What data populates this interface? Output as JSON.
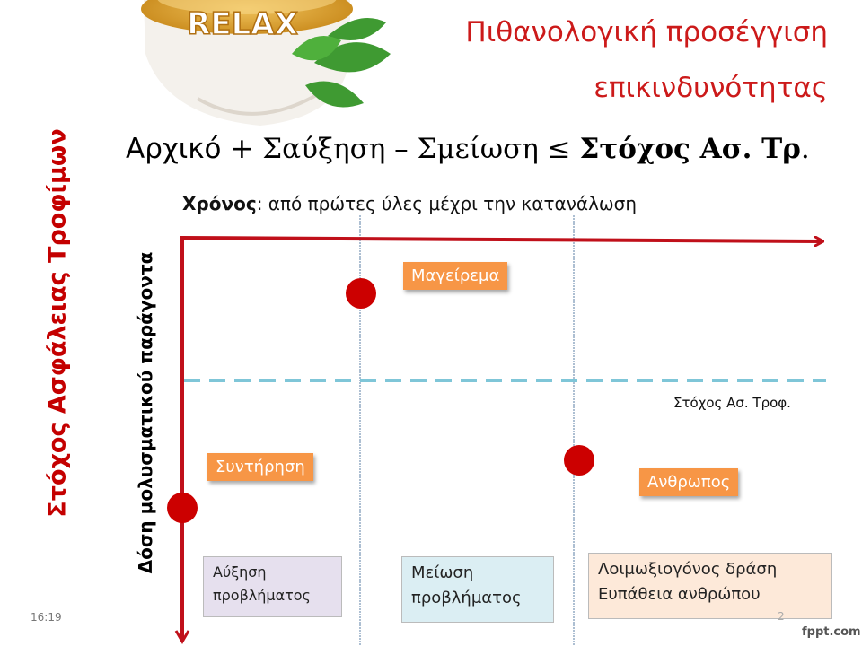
{
  "logo": {
    "text": "RELAX"
  },
  "title": {
    "line1": "Πιθανολογική προσέγγιση",
    "line2": "επικινδυνότητας"
  },
  "formula": {
    "initial": "Αρχικό",
    "plus": " + ",
    "increase": "Σαύξηση",
    "minus": " – ",
    "decrease": "Σμείωση",
    "leq": " ≤ ",
    "target": "Στόχος Ασ. Τρ",
    "period": "."
  },
  "vertical_title": "Στόχος Ασφάλειας Τροφίμων",
  "y_axis_label": "Δόση μολυσματικού παράγοντα",
  "time_axis": {
    "bold": "Χρόνος",
    "rest": ": από πρώτες ύλες μέχρι την κατανάλωση"
  },
  "target_label": "Στόχος Ασ. Τροφ.",
  "tags": {
    "cooking": "Μαγείρεμα",
    "storage": "Συντήρηση",
    "human": "Ανθρωπος"
  },
  "boxes": {
    "increase_line1": "Αύξηση",
    "increase_line2": "προβλήματος",
    "decrease_line1": "Μείωση",
    "decrease_line2": "προβλήματος",
    "infect_line1": "Λοιμωξιογόνος δράση",
    "infect_line2": "Ευπάθεια ανθρώπου"
  },
  "footer": {
    "time": "16:19",
    "page": "2",
    "brand": "fppt.com"
  },
  "colors": {
    "title_red": "#cc1a1a",
    "axis_red": "#c0101a",
    "dot_red": "#cc0000",
    "target_dash": "#7fc6d8",
    "tag_orange": "#f79646"
  }
}
